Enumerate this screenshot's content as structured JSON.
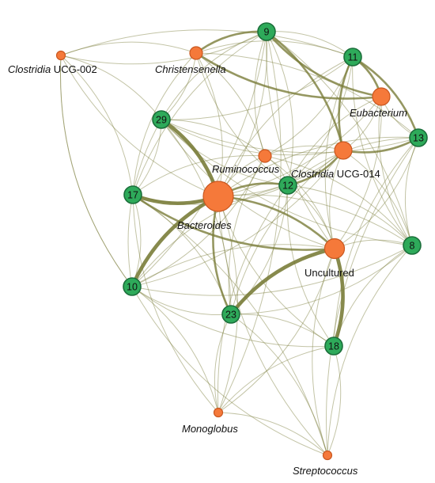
{
  "colors": {
    "edge": "#7a7d3a",
    "node_genus": "#f5793a",
    "node_genus_stroke": "#c9571f",
    "node_module": "#2eaa5a",
    "node_module_stroke": "#1b6e3a"
  },
  "nodes": [
    {
      "id": "bacteroides",
      "kind": "genus",
      "size": "xl"
    },
    {
      "id": "uncultured",
      "kind": "genus",
      "size": "lg"
    },
    {
      "id": "eubacterium",
      "kind": "genus",
      "size": "md"
    },
    {
      "id": "clostridia014",
      "kind": "genus",
      "size": "md"
    },
    {
      "id": "christensenella",
      "kind": "genus",
      "size": "sm"
    },
    {
      "id": "ruminococcus",
      "kind": "genus",
      "size": "sm"
    },
    {
      "id": "clostridia002",
      "kind": "genus",
      "size": "xs"
    },
    {
      "id": "monoglobus",
      "kind": "genus",
      "size": "xs"
    },
    {
      "id": "streptococcus",
      "kind": "genus",
      "size": "xs"
    },
    {
      "id": "n9",
      "kind": "module",
      "label": "9"
    },
    {
      "id": "n11",
      "kind": "module",
      "label": "11"
    },
    {
      "id": "n13",
      "kind": "module",
      "label": "13"
    },
    {
      "id": "n29",
      "kind": "module",
      "label": "29"
    },
    {
      "id": "n17",
      "kind": "module",
      "label": "17"
    },
    {
      "id": "n12",
      "kind": "module",
      "label": "12"
    },
    {
      "id": "n8",
      "kind": "module",
      "label": "8"
    },
    {
      "id": "n10",
      "kind": "module",
      "label": "10"
    },
    {
      "id": "n23",
      "kind": "module",
      "label": "23"
    },
    {
      "id": "n18",
      "kind": "module",
      "label": "18"
    }
  ],
  "labels": [
    {
      "node": "clostridia002",
      "italic": "Clostridia",
      "plain": " UCG-002"
    },
    {
      "node": "christensenella",
      "italic": "Christensenella",
      "plain": ""
    },
    {
      "node": "eubacterium",
      "italic": "Eubacterium",
      "plain": ""
    },
    {
      "node": "ruminococcus",
      "italic": "Ruminococcus",
      "plain": ""
    },
    {
      "node": "clostridia014",
      "italic": "Clostridia",
      "plain": " UCG-014"
    },
    {
      "node": "bacteroides",
      "italic": "Bacteroides",
      "plain": ""
    },
    {
      "node": "uncultured",
      "italic": "",
      "plain": "Uncultured"
    },
    {
      "node": "monoglobus",
      "italic": "Monoglobus",
      "plain": ""
    },
    {
      "node": "streptococcus",
      "italic": "Streptococcus",
      "plain": ""
    }
  ],
  "edges": [
    [
      "bacteroides",
      "n29",
      3
    ],
    [
      "bacteroides",
      "n17",
      3
    ],
    [
      "bacteroides",
      "n10",
      3
    ],
    [
      "bacteroides",
      "n12",
      2
    ],
    [
      "bacteroides",
      "n23",
      2
    ],
    [
      "bacteroides",
      "uncultured",
      2
    ],
    [
      "bacteroides",
      "n9",
      1
    ],
    [
      "bacteroides",
      "n11",
      1
    ],
    [
      "bacteroides",
      "christensenella",
      1
    ],
    [
      "bacteroides",
      "ruminococcus",
      1
    ],
    [
      "bacteroides",
      "clostridia014",
      1
    ],
    [
      "bacteroides",
      "n8",
      1
    ],
    [
      "bacteroides",
      "n18",
      1
    ],
    [
      "bacteroides",
      "monoglobus",
      1
    ],
    [
      "bacteroides",
      "streptococcus",
      1
    ],
    [
      "bacteroides",
      "clostridia002",
      1
    ],
    [
      "bacteroides",
      "eubacterium",
      1
    ],
    [
      "bacteroides",
      "n13",
      1
    ],
    [
      "n9",
      "eubacterium",
      2
    ],
    [
      "n9",
      "clostridia014",
      2
    ],
    [
      "n9",
      "christensenella",
      2
    ],
    [
      "n9",
      "n11",
      1
    ],
    [
      "n9",
      "n29",
      1
    ],
    [
      "n9",
      "n12",
      1
    ],
    [
      "n9",
      "n17",
      1
    ],
    [
      "n9",
      "n10",
      1
    ],
    [
      "n9",
      "uncultured",
      1
    ],
    [
      "n9",
      "n8",
      1
    ],
    [
      "n9",
      "ruminococcus",
      1
    ],
    [
      "n11",
      "eubacterium",
      2
    ],
    [
      "n11",
      "clostridia014",
      2
    ],
    [
      "n11",
      "n13",
      2
    ],
    [
      "n11",
      "uncultured",
      1
    ],
    [
      "n11",
      "n12",
      1
    ],
    [
      "n11",
      "christensenella",
      1
    ],
    [
      "n11",
      "n29",
      1
    ],
    [
      "n11",
      "n8",
      1
    ],
    [
      "n11",
      "ruminococcus",
      1
    ],
    [
      "eubacterium",
      "n13",
      1
    ],
    [
      "eubacterium",
      "clostridia014",
      1
    ],
    [
      "eubacterium",
      "n8",
      1
    ],
    [
      "eubacterium",
      "uncultured",
      1
    ],
    [
      "eubacterium",
      "n12",
      1
    ],
    [
      "eubacterium",
      "christensenella",
      2
    ],
    [
      "clostridia014",
      "n13",
      2
    ],
    [
      "clostridia014",
      "n12",
      2
    ],
    [
      "clostridia014",
      "uncultured",
      1
    ],
    [
      "clostridia014",
      "n29",
      1
    ],
    [
      "clostridia014",
      "ruminococcus",
      1
    ],
    [
      "clostridia014",
      "n8",
      1
    ],
    [
      "clostridia014",
      "n23",
      1
    ],
    [
      "clostridia014",
      "n10",
      1
    ],
    [
      "n13",
      "n8",
      1
    ],
    [
      "n13",
      "uncultured",
      1
    ],
    [
      "n13",
      "n12",
      1
    ],
    [
      "n13",
      "n29",
      1
    ],
    [
      "n13",
      "n18",
      1
    ],
    [
      "uncultured",
      "n18",
      3
    ],
    [
      "uncultured",
      "n23",
      3
    ],
    [
      "uncultured",
      "n17",
      2
    ],
    [
      "uncultured",
      "n10",
      1
    ],
    [
      "uncultured",
      "n8",
      1
    ],
    [
      "uncultured",
      "n12",
      1
    ],
    [
      "uncultured",
      "monoglobus",
      1
    ],
    [
      "uncultured",
      "streptococcus",
      1
    ],
    [
      "uncultured",
      "n29",
      1
    ],
    [
      "uncultured",
      "ruminococcus",
      1
    ],
    [
      "n12",
      "n23",
      1
    ],
    [
      "n12",
      "n10",
      1
    ],
    [
      "n12",
      "n17",
      1
    ],
    [
      "n12",
      "n18",
      1
    ],
    [
      "n12",
      "n8",
      1
    ],
    [
      "n12",
      "ruminococcus",
      1
    ],
    [
      "n12",
      "n29",
      1
    ],
    [
      "n12",
      "monoglobus",
      1
    ],
    [
      "n12",
      "christensenella",
      1
    ],
    [
      "n29",
      "christensenella",
      1
    ],
    [
      "n29",
      "n17",
      1
    ],
    [
      "n29",
      "n10",
      1
    ],
    [
      "n29",
      "ruminococcus",
      1
    ],
    [
      "n29",
      "clostridia002",
      1
    ],
    [
      "n29",
      "n23",
      1
    ],
    [
      "n29",
      "n8",
      1
    ],
    [
      "n17",
      "n10",
      1
    ],
    [
      "n17",
      "clostridia002",
      1
    ],
    [
      "n17",
      "n23",
      1
    ],
    [
      "n17",
      "monoglobus",
      1
    ],
    [
      "n17",
      "streptococcus",
      1
    ],
    [
      "n10",
      "n23",
      1
    ],
    [
      "n10",
      "monoglobus",
      1
    ],
    [
      "n10",
      "streptococcus",
      1
    ],
    [
      "n10",
      "clostridia002",
      1
    ],
    [
      "n10",
      "n18",
      1
    ],
    [
      "n23",
      "n18",
      1
    ],
    [
      "n23",
      "monoglobus",
      1
    ],
    [
      "n23",
      "streptococcus",
      1
    ],
    [
      "n23",
      "n8",
      1
    ],
    [
      "n18",
      "streptococcus",
      1
    ],
    [
      "n18",
      "monoglobus",
      1
    ],
    [
      "n18",
      "n8",
      1
    ],
    [
      "n8",
      "streptococcus",
      1
    ],
    [
      "n8",
      "n10",
      1
    ],
    [
      "n8",
      "ruminococcus",
      1
    ],
    [
      "clostridia002",
      "christensenella",
      1
    ],
    [
      "clostridia002",
      "n9",
      1
    ],
    [
      "clostridia002",
      "n11",
      1
    ],
    [
      "clostridia002",
      "n10",
      1
    ],
    [
      "christensenella",
      "ruminococcus",
      1
    ],
    [
      "christensenella",
      "n17",
      1
    ],
    [
      "christensenella",
      "n13",
      1
    ],
    [
      "ruminococcus",
      "n17",
      1
    ],
    [
      "ruminococcus",
      "n10",
      1
    ],
    [
      "ruminococcus",
      "n23",
      1
    ],
    [
      "monoglobus",
      "streptococcus",
      1
    ],
    [
      "monoglobus",
      "n9",
      1
    ],
    [
      "streptococcus",
      "n13",
      1
    ]
  ]
}
